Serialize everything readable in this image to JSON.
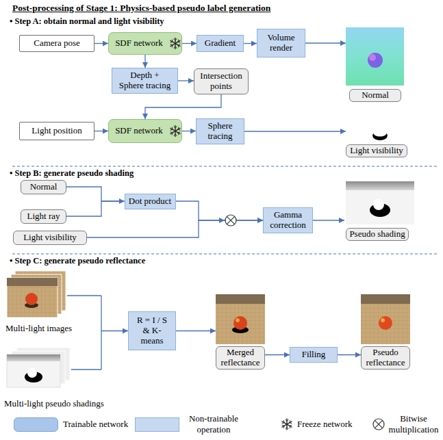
{
  "diagram": {
    "title": "Post-processing of Stage 1: Physics-based pseudo label generation",
    "nodes": [
      {
        "text": [
          "Camera pose"
        ]
      },
      {
        "text": [
          "SDF network"
        ]
      },
      {
        "text": [
          "Gradient"
        ]
      },
      {
        "text": [
          "Volume render"
        ]
      },
      {
        "text": [
          "Normal"
        ]
      },
      {
        "text": [
          "Depth + Sphere tracing"
        ]
      },
      {
        "text": [
          "Intersection points"
        ]
      },
      {
        "text": [
          "Light position"
        ]
      },
      {
        "text": [
          "SDF network"
        ]
      },
      {
        "text": [
          "Sphere tracing"
        ]
      },
      {
        "text": [
          "Light visibility"
        ]
      },
      {
        "text": [
          "Normal"
        ]
      },
      {
        "text": [
          "Light ray"
        ]
      },
      {
        "text": [
          "Dot product"
        ]
      },
      {
        "text": [
          "Light visibility"
        ]
      },
      {
        "text": [
          "Gamma correction"
        ]
      },
      {
        "text": [
          "Pseudo shading"
        ]
      },
      {
        "text": [
          "R = I / S & K-means"
        ]
      },
      {
        "text": [
          "Merged reflectance"
        ]
      },
      {
        "text": [
          "Filling"
        ]
      },
      {
        "text": [
          "Pseudo reflectance"
        ]
      }
    ],
    "edges": [
      {
        "from": 0,
        "to": 1,
        "arrow": "to"
      },
      {
        "from": 1,
        "to": 2,
        "arrow": "to"
      },
      {
        "from": 2,
        "to": 3,
        "arrow": "to"
      },
      {
        "from": 3,
        "to": 4,
        "arrow": "to"
      },
      {
        "from": 1,
        "to": 5,
        "arrow": "to"
      },
      {
        "from": 5,
        "to": 6,
        "arrow": "to"
      },
      {
        "from": 6,
        "to": 8,
        "arrow": "to"
      },
      {
        "from": 7,
        "to": 8,
        "arrow": "to"
      },
      {
        "from": 8,
        "to": 9,
        "arrow": "to"
      },
      {
        "from": 9,
        "to": 10,
        "arrow": "to"
      },
      {
        "from": 11,
        "to": 13,
        "arrow": "to"
      },
      {
        "from": 12,
        "to": 13,
        "arrow": "to"
      },
      {
        "from": 13,
        "to": 15,
        "arrow": "to"
      },
      {
        "from": 14,
        "to": 15,
        "arrow": "to"
      },
      {
        "from": 15,
        "to": 16,
        "arrow": "to"
      },
      {
        "from": 17,
        "to": 18,
        "arrow": "to"
      },
      {
        "from": 18,
        "to": 19,
        "arrow": "to"
      },
      {
        "from": 19,
        "to": 20,
        "arrow": "to"
      }
    ],
    "labels": [
      "• Step A: obtain normal and light visibility",
      "• Step B: generate pseudo shading",
      "• Step C: generate pseudo reflectance",
      "Multi-light images",
      "Multi-light pseudo shadings"
    ],
    "legend": [
      {
        "text": "Trainable network",
        "color": "#a9c5eb"
      },
      {
        "text": "Non-trainable operation",
        "color": "#c6d9f1"
      },
      {
        "text": "Freeze network"
      },
      {
        "text": "Bitwise multiplication"
      }
    ]
  }
}
